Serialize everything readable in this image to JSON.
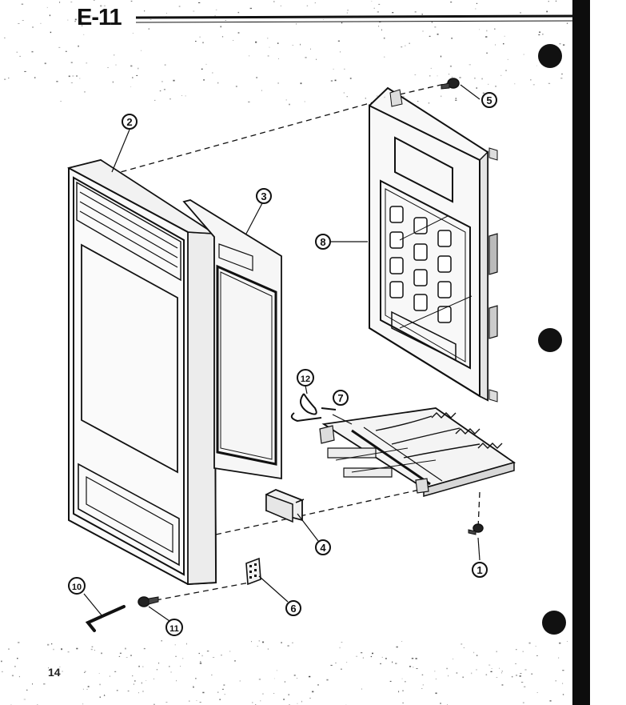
{
  "page": {
    "title": "E-11",
    "number": "14"
  },
  "colors": {
    "ink": "#111111",
    "paper": "#ffffff"
  },
  "parts": [
    {
      "label": "1",
      "part": "screw"
    },
    {
      "label": "2",
      "part": "control-panel-frame"
    },
    {
      "label": "3",
      "part": "display-window"
    },
    {
      "label": "4",
      "part": "connector"
    },
    {
      "label": "5",
      "part": "screw"
    },
    {
      "label": "6",
      "part": "small-plate"
    },
    {
      "label": "7",
      "part": "switch-assembly"
    },
    {
      "label": "8",
      "part": "touch-keypad"
    },
    {
      "label": "10",
      "part": "hex-key"
    },
    {
      "label": "11",
      "part": "screw"
    },
    {
      "label": "12",
      "part": "wire-clip"
    }
  ]
}
